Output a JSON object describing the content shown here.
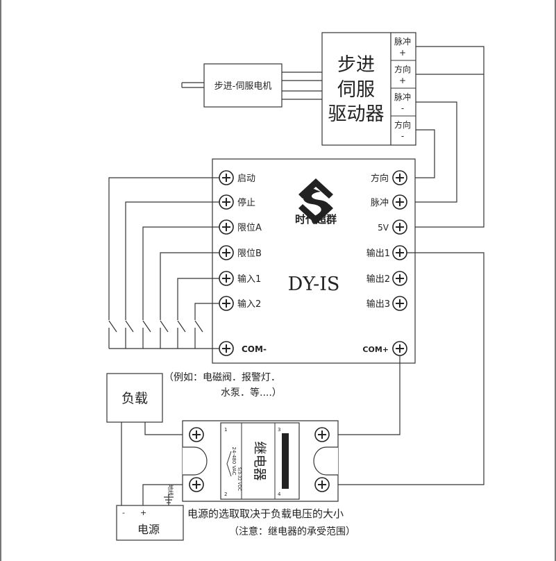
{
  "motor": {
    "label": "步进-伺服电机"
  },
  "driver": {
    "title_lines": [
      "步进",
      "伺服",
      "驱动器"
    ],
    "terminals": [
      {
        "line1": "脉冲",
        "line2": "+"
      },
      {
        "line1": "方向",
        "line2": "+"
      },
      {
        "line1": "脉冲",
        "line2": "-"
      },
      {
        "line1": "方向",
        "line2": "-"
      }
    ]
  },
  "controller": {
    "logo_text": "时代超群",
    "model": "DY-IS",
    "left_terminals": [
      "启动",
      "停止",
      "限位A",
      "限位B",
      "输入1",
      "输入2"
    ],
    "right_terminals": [
      "方向",
      "脉冲",
      "5V",
      "输出1",
      "输出2",
      "输出3"
    ],
    "com_minus": "COM-",
    "com_plus": "COM+"
  },
  "load": {
    "label": "负载",
    "examples_line1": "（例如：电磁阀．报警灯．",
    "examples_line2": "水泵．等....）"
  },
  "relay": {
    "label": "继电器",
    "spec_left": "24-480 VAC",
    "spec_right": "5/3-32 VDC",
    "pin_labels": [
      "1",
      "2",
      "3",
      "4"
    ]
  },
  "power": {
    "label": "电源",
    "minus": "-",
    "plus": "+",
    "ground": "地线"
  },
  "notes": {
    "line1": "电源的选取取决于负载电压的大小",
    "line2": "（注意：继电器的承受范围）"
  }
}
